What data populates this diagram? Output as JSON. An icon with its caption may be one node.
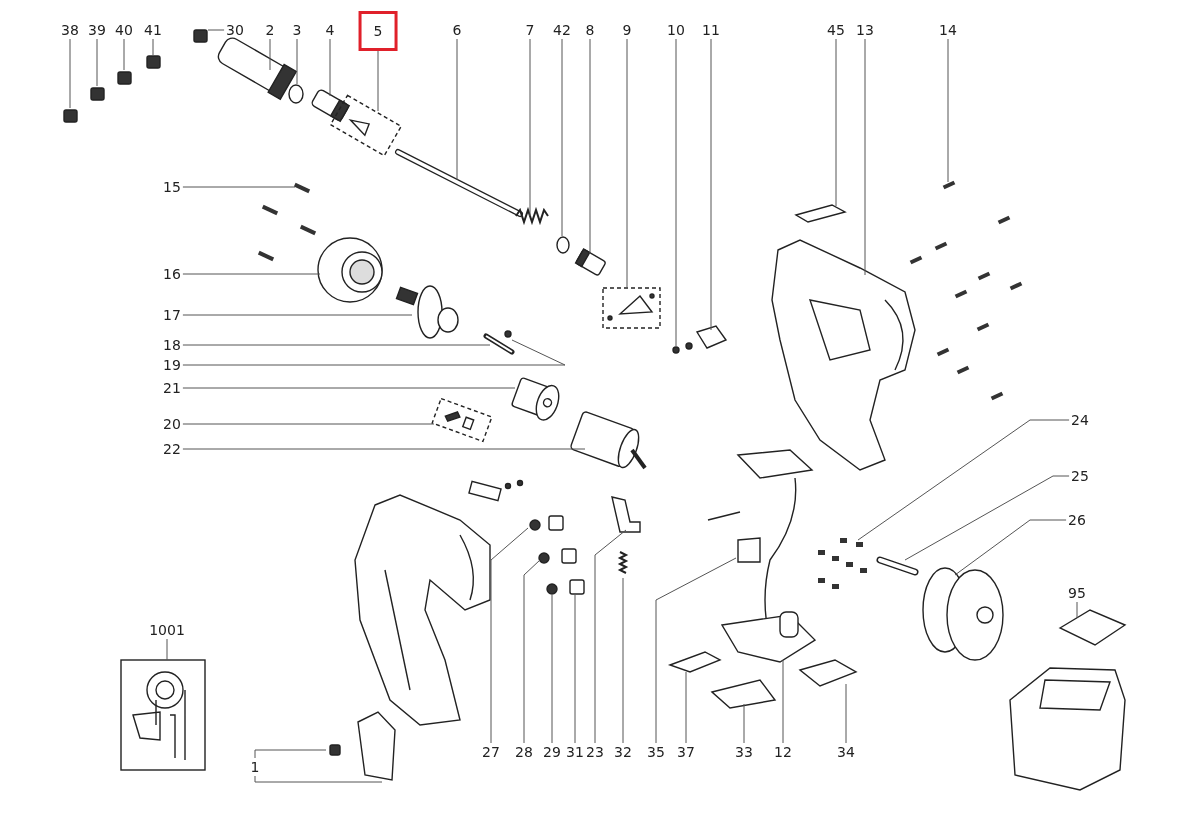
{
  "diagram": {
    "nodes": [
      {
        "text": [
          "38"
        ]
      },
      {
        "text": [
          "39"
        ]
      },
      {
        "text": [
          "40"
        ]
      },
      {
        "text": [
          "41"
        ]
      },
      {
        "text": [
          "30"
        ]
      },
      {
        "text": [
          "2"
        ]
      },
      {
        "text": [
          "3"
        ]
      },
      {
        "text": [
          "4"
        ]
      },
      {
        "text": [
          "5"
        ]
      },
      {
        "text": [
          "6"
        ]
      },
      {
        "text": [
          "7"
        ]
      },
      {
        "text": [
          "42"
        ]
      },
      {
        "text": [
          "8"
        ]
      },
      {
        "text": [
          "9"
        ]
      },
      {
        "text": [
          "10"
        ]
      },
      {
        "text": [
          "11"
        ]
      },
      {
        "text": [
          "45"
        ]
      },
      {
        "text": [
          "13"
        ]
      },
      {
        "text": [
          "14"
        ]
      },
      {
        "text": [
          "15"
        ]
      },
      {
        "text": [
          "16"
        ]
      },
      {
        "text": [
          "17"
        ]
      },
      {
        "text": [
          "18"
        ]
      },
      {
        "text": [
          "19"
        ]
      },
      {
        "text": [
          "21"
        ]
      },
      {
        "text": [
          "24"
        ]
      },
      {
        "text": [
          "20"
        ]
      },
      {
        "text": [
          "22"
        ]
      },
      {
        "text": [
          "25"
        ]
      },
      {
        "text": [
          "26"
        ]
      },
      {
        "text": [
          "95"
        ]
      },
      {
        "text": [
          "1001"
        ]
      },
      {
        "text": [
          "27"
        ]
      },
      {
        "text": [
          "28"
        ]
      },
      {
        "text": [
          "29"
        ]
      },
      {
        "text": [
          "31"
        ]
      },
      {
        "text": [
          "23"
        ]
      },
      {
        "text": [
          "32"
        ]
      },
      {
        "text": [
          "35"
        ]
      },
      {
        "text": [
          "37"
        ]
      },
      {
        "text": [
          "33"
        ]
      },
      {
        "text": [
          "12"
        ]
      },
      {
        "text": [
          "34"
        ]
      },
      {
        "text": [
          "1"
        ]
      }
    ],
    "edges": [
      {
        "from": 0,
        "to": null,
        "arrow": "none"
      },
      {
        "from": 1,
        "to": null,
        "arrow": "none"
      },
      {
        "from": 2,
        "to": null,
        "arrow": "none"
      },
      {
        "from": 3,
        "to": null,
        "arrow": "none"
      },
      {
        "from": 4,
        "to": null,
        "arrow": "none"
      },
      {
        "from": 5,
        "to": null,
        "arrow": "none"
      },
      {
        "from": 6,
        "to": null,
        "arrow": "none"
      },
      {
        "from": 7,
        "to": null,
        "arrow": "none"
      },
      {
        "from": 8,
        "to": null,
        "arrow": "none"
      },
      {
        "from": 9,
        "to": null,
        "arrow": "none"
      },
      {
        "from": 10,
        "to": null,
        "arrow": "none"
      },
      {
        "from": 11,
        "to": null,
        "arrow": "none"
      },
      {
        "from": 12,
        "to": null,
        "arrow": "none"
      },
      {
        "from": 13,
        "to": null,
        "arrow": "none"
      },
      {
        "from": 14,
        "to": null,
        "arrow": "none"
      },
      {
        "from": 15,
        "to": null,
        "arrow": "none"
      },
      {
        "from": 16,
        "to": null,
        "arrow": "none"
      },
      {
        "from": 17,
        "to": null,
        "arrow": "none"
      },
      {
        "from": 18,
        "to": null,
        "arrow": "none"
      },
      {
        "from": 19,
        "to": null,
        "arrow": "none"
      },
      {
        "from": 20,
        "to": null,
        "arrow": "none"
      },
      {
        "from": 21,
        "to": null,
        "arrow": "none"
      },
      {
        "from": 22,
        "to": null,
        "arrow": "none"
      },
      {
        "from": 23,
        "to": null,
        "arrow": "none"
      },
      {
        "from": 24,
        "to": null,
        "arrow": "none"
      },
      {
        "from": 25,
        "to": null,
        "arrow": "none"
      },
      {
        "from": 26,
        "to": null,
        "arrow": "none"
      },
      {
        "from": 27,
        "to": null,
        "arrow": "none"
      },
      {
        "from": 28,
        "to": null,
        "arrow": "none"
      },
      {
        "from": 29,
        "to": null,
        "arrow": "none"
      },
      {
        "from": 30,
        "to": null,
        "arrow": "none"
      },
      {
        "from": 31,
        "to": null,
        "arrow": "none"
      },
      {
        "from": 32,
        "to": null,
        "arrow": "none"
      },
      {
        "from": 33,
        "to": null,
        "arrow": "none"
      },
      {
        "from": 34,
        "to": null,
        "arrow": "none"
      },
      {
        "from": 35,
        "to": null,
        "arrow": "none"
      },
      {
        "from": 36,
        "to": null,
        "arrow": "none"
      },
      {
        "from": 37,
        "to": null,
        "arrow": "none"
      },
      {
        "from": 38,
        "to": null,
        "arrow": "none"
      },
      {
        "from": 39,
        "to": null,
        "arrow": "none"
      },
      {
        "from": 40,
        "to": null,
        "arrow": "none"
      },
      {
        "from": 41,
        "to": null,
        "arrow": "none"
      },
      {
        "from": 42,
        "to": null,
        "arrow": "none"
      },
      {
        "from": 43,
        "to": null,
        "arrow": "none"
      },
      {
        "from": 43,
        "to": null,
        "arrow": "none"
      }
    ]
  }
}
